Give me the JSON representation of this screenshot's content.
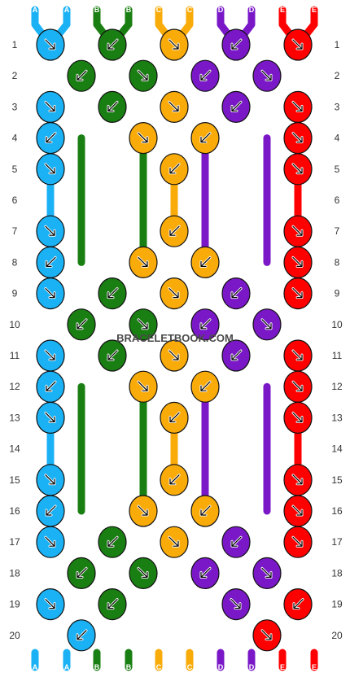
{
  "watermark": "BRACELETBOOK.COM",
  "colors": {
    "A": "#1ab2f5",
    "B": "#1a7f12",
    "C": "#f9ab0a",
    "D": "#7a18c8",
    "E": "#ff0000"
  },
  "top_labels": [
    "A",
    "A",
    "B",
    "B",
    "C",
    "C",
    "D",
    "D",
    "E",
    "E"
  ],
  "bottom_labels": [
    "A",
    "A",
    "B",
    "B",
    "C",
    "C",
    "D",
    "D",
    "E",
    "E"
  ],
  "row_numbers": [
    "1",
    "2",
    "3",
    "4",
    "5",
    "6",
    "7",
    "8",
    "9",
    "10",
    "11",
    "12",
    "13",
    "14",
    "15",
    "16",
    "17",
    "18",
    "19",
    "20"
  ],
  "knot_rows": [
    [
      "A",
      "B",
      "C",
      "D",
      "E"
    ],
    [
      "B",
      "B",
      "D",
      "D"
    ],
    [
      "A",
      "B",
      "C",
      "D",
      "E"
    ],
    [
      "A",
      "C",
      "C",
      "E"
    ],
    [
      "A",
      "C",
      "E"
    ],
    [],
    [
      "A",
      "C",
      "E"
    ],
    [
      "A",
      "C",
      "C",
      "E"
    ],
    [
      "A",
      "B",
      "C",
      "D",
      "E"
    ],
    [
      "B",
      "B",
      "D",
      "D"
    ],
    [
      "A",
      "B",
      "C",
      "D",
      "E"
    ],
    [
      "A",
      "C",
      "C",
      "E"
    ],
    [
      "A",
      "C",
      "E"
    ],
    [],
    [
      "A",
      "C",
      "E"
    ],
    [
      "A",
      "C",
      "C",
      "E"
    ],
    [
      "A",
      "B",
      "C",
      "D",
      "E"
    ],
    [
      "B",
      "B",
      "D",
      "D"
    ],
    [
      "A",
      "B",
      "D",
      "E"
    ],
    [
      "A",
      "E"
    ]
  ]
}
